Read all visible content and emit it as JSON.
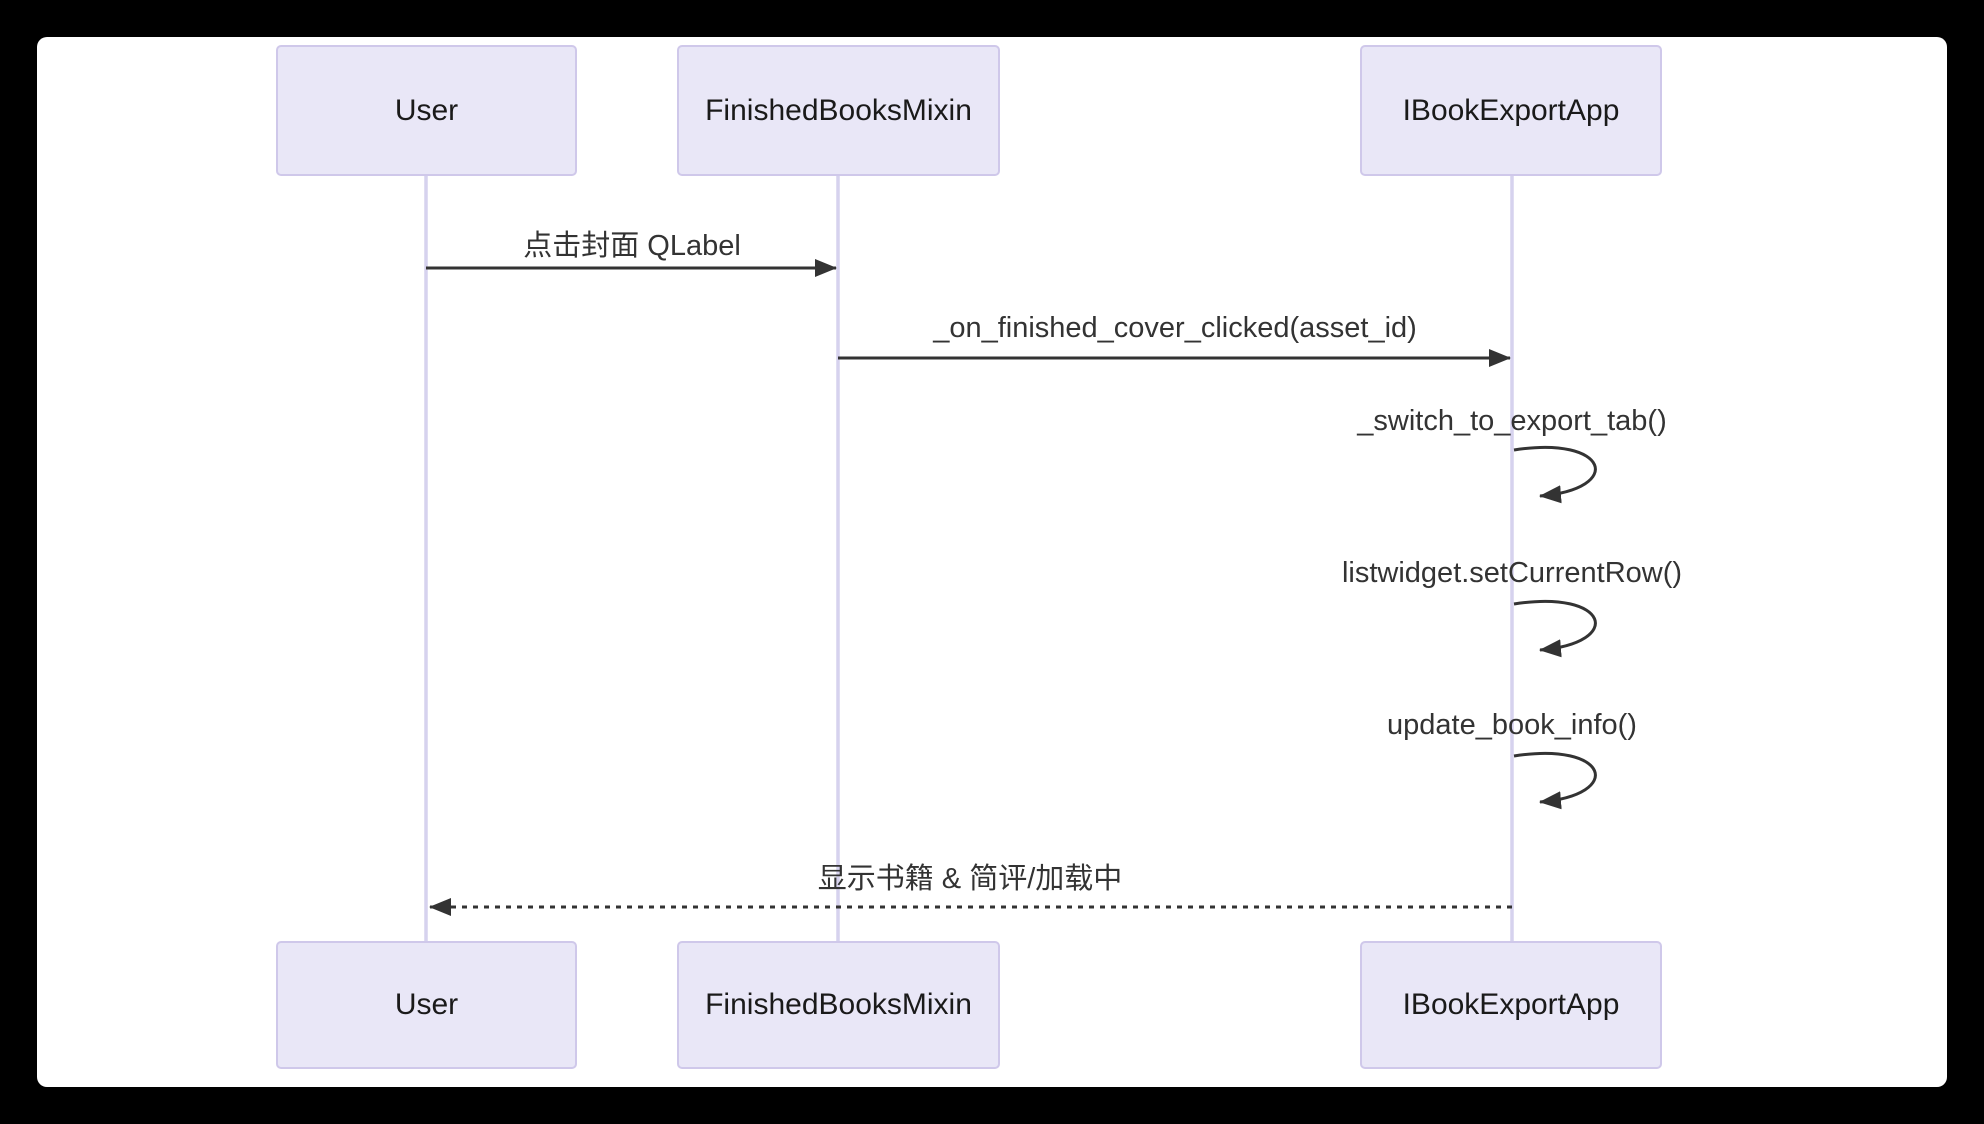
{
  "diagram": {
    "type": "sequence",
    "actors": [
      {
        "id": "user",
        "label": "User"
      },
      {
        "id": "finished-books-mixin",
        "label": "FinishedBooksMixin"
      },
      {
        "id": "ibook-export-app",
        "label": "IBookExportApp"
      }
    ],
    "messages": [
      {
        "from": "User",
        "to": "FinishedBooksMixin",
        "label": "点击封面 QLabel",
        "type": "solid-arrow"
      },
      {
        "from": "FinishedBooksMixin",
        "to": "IBookExportApp",
        "label": "_on_finished_cover_clicked(asset_id)",
        "type": "solid-arrow"
      },
      {
        "from": "IBookExportApp",
        "to": "IBookExportApp",
        "label": "_switch_to_export_tab()",
        "type": "self-loop"
      },
      {
        "from": "IBookExportApp",
        "to": "IBookExportApp",
        "label": "listwidget.setCurrentRow()",
        "type": "self-loop"
      },
      {
        "from": "IBookExportApp",
        "to": "IBookExportApp",
        "label": "update_book_info()",
        "type": "self-loop"
      },
      {
        "from": "IBookExportApp",
        "to": "User",
        "label": "显示书籍 & 简评/加载中",
        "type": "dotted-return-arrow"
      }
    ],
    "colors": {
      "frame": "#000000",
      "canvas": "#ffffff",
      "actor_fill": "#E9E7F7",
      "actor_border": "#CFC8EA",
      "lifeline": "#D6D2EE",
      "arrow": "#333333",
      "text": "#333333"
    }
  }
}
